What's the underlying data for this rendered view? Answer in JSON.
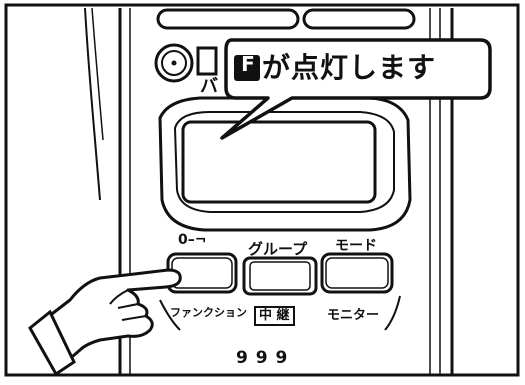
{
  "callout": {
    "icon_letter": "F",
    "text": "が点灯します"
  },
  "keypad": {
    "label_key": "0–¬",
    "label_group": "グループ",
    "label_mode": "モード",
    "label_function": "ファンクション",
    "label_relay": "中 継",
    "label_monitor": "モニター",
    "digits": "9 9 9"
  },
  "partial_label": "バ",
  "colors": {
    "ink": "#111111",
    "paper": "#ffffff"
  }
}
